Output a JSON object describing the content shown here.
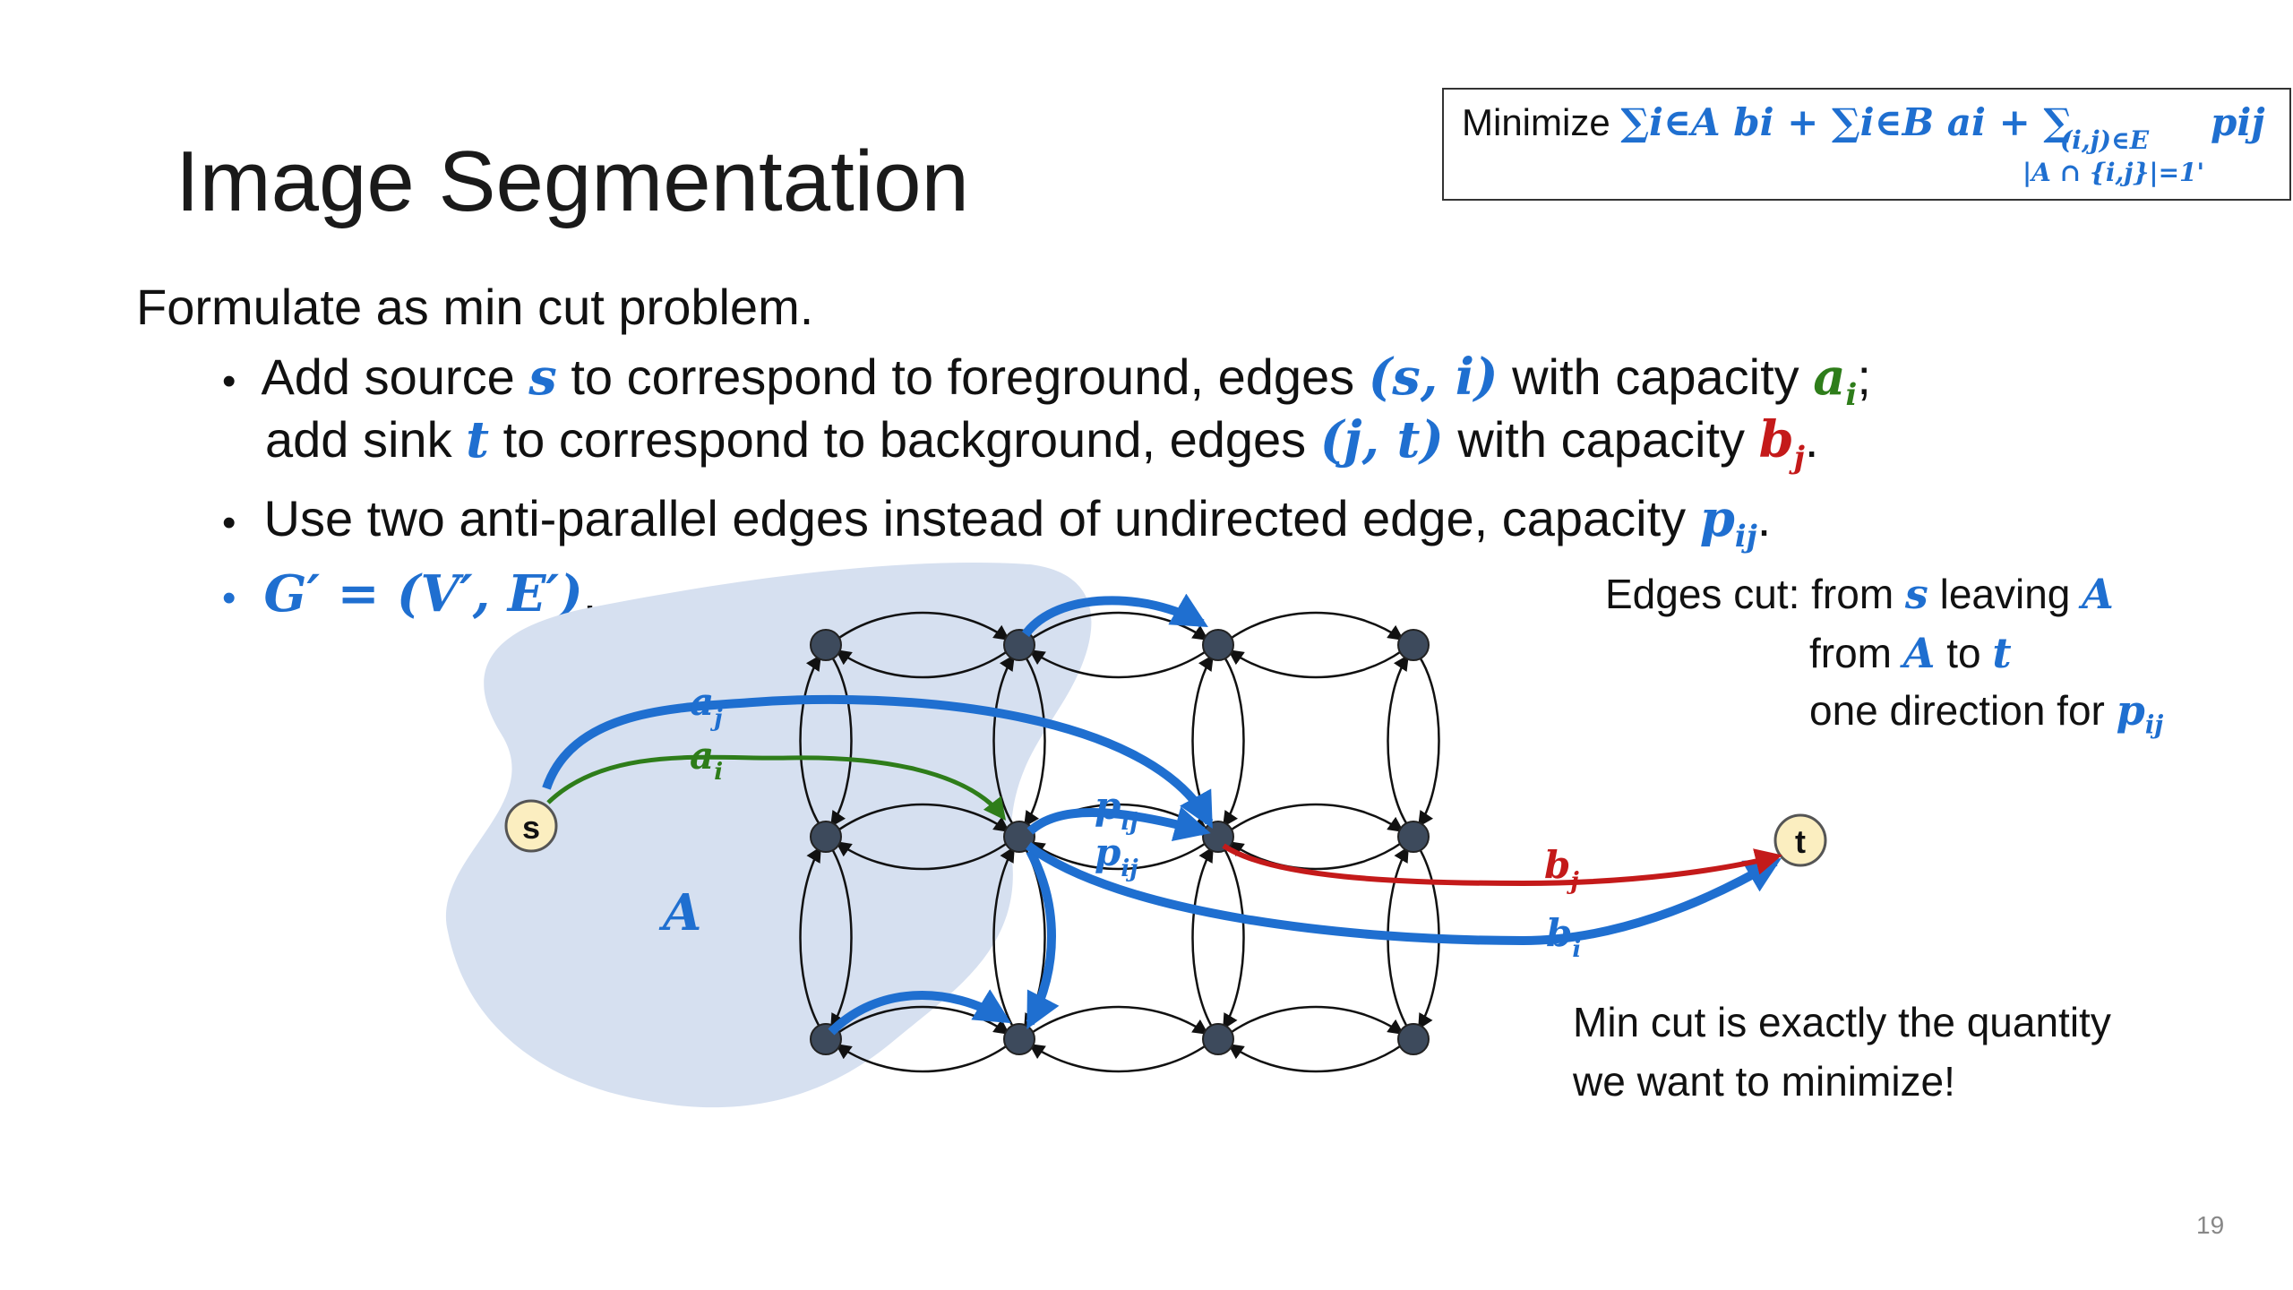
{
  "slide": {
    "title": "Image Segmentation",
    "page_number": "19"
  },
  "formula": {
    "minimize_label": "Minimize",
    "expr_main": "∑i∈A bi + ∑i∈B ai + ∑",
    "expr_sum_sub": "(i,j)∈E",
    "expr_sum_sub2": "|A ∩ {i,j}|=1'",
    "expr_pij": "pij"
  },
  "intro": "Formulate as min cut problem.",
  "bullets": [
    {
      "line1": {
        "p1": "Add source ",
        "s": "s",
        "p2": " to correspond to foreground, edges ",
        "si": "(s, i)",
        "p3": " with capacity ",
        "ai": "a",
        "ai_sub": "i",
        "p4": ";"
      },
      "line2": {
        "p1": "add sink ",
        "t": "t",
        "p2": " to correspond to background, edges ",
        "jt": "(j, t)",
        "p3": " with capacity ",
        "bj": "b",
        "bj_sub": "j",
        "p4": "."
      }
    },
    {
      "p1": "Use two anti-parallel edges instead of undirected edge, capacity ",
      "pij": "p",
      "pij_sub": "ij",
      "p2": "."
    },
    {
      "gprime": "G′  =  (V′, E′)",
      "p2": "."
    }
  ],
  "edges_cut": {
    "label": "Edges cut: from ",
    "s": "s",
    "leaving": " leaving ",
    "A": "A",
    "line2_p1": "from ",
    "line2_A": "A",
    "line2_to": " to ",
    "line2_t": "t",
    "line3_p1": "one direction for ",
    "line3_pij": "p",
    "line3_pij_sub": "ij"
  },
  "conclusion": {
    "line1": "Min cut is exactly the quantity",
    "line2": "we want to minimize!"
  },
  "diagram": {
    "source_label": "s",
    "sink_label": "t",
    "region_label": "A",
    "aj": "a",
    "aj_sub": "j",
    "ai": "a",
    "ai_sub": "i",
    "pij1": "p",
    "pij1_sub": "ij",
    "pij2": "p",
    "pij2_sub": "ij",
    "bj": "b",
    "bj_sub": "j",
    "bi": "b",
    "bi_sub": "i"
  },
  "colors": {
    "blue": "#1f6fd0",
    "green": "#2e7d1a",
    "red": "#c41a1a",
    "region": "#d6e0f0",
    "node": "#3d4a5c",
    "terminal": "#fbeec0"
  }
}
